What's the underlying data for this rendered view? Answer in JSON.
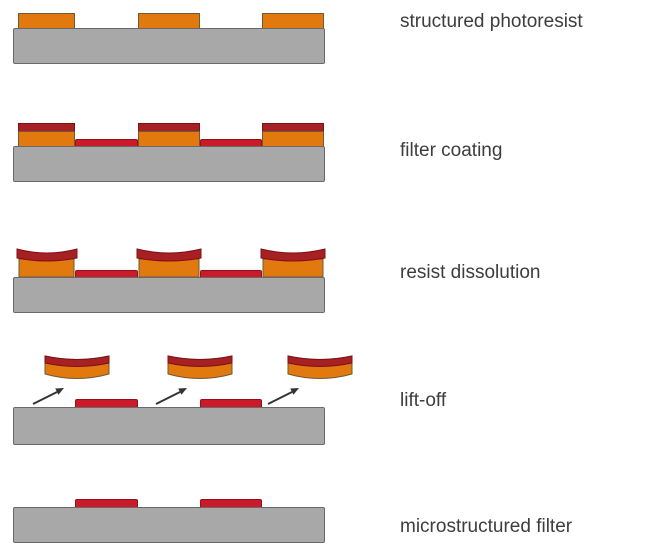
{
  "colors": {
    "substrate_gray": "#a8a8a8",
    "substrate_border": "#696969",
    "orange": "#e2790f",
    "block_border": "#6e5a36",
    "dark_red": "#a62024",
    "cap_border": "#7e1013",
    "red": "#cb1a2a",
    "strip_border": "#931219",
    "label_text": "#3d3d3d",
    "arrow": "#333333"
  },
  "stages": [
    {
      "label": "structured photoresist"
    },
    {
      "label": "filter coating"
    },
    {
      "label": "resist dissolution"
    },
    {
      "label": "lift-off"
    },
    {
      "label": "microstructured filter"
    }
  ]
}
